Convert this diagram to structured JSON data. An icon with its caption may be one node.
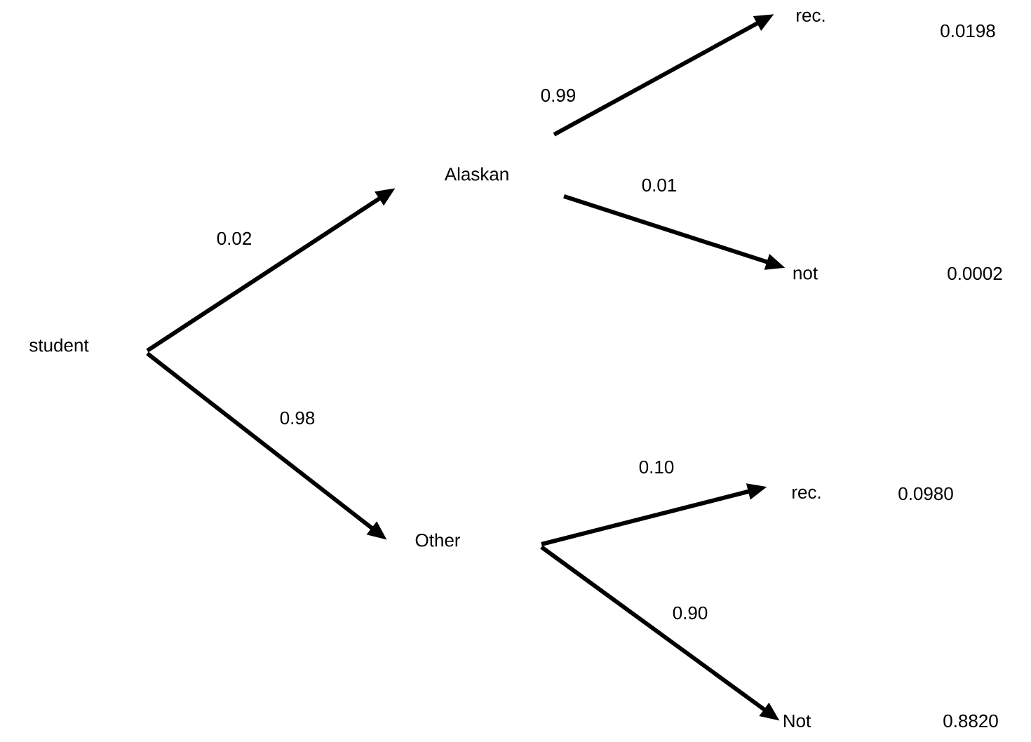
{
  "diagram": {
    "nodes": [
      {
        "text": [
          "student"
        ]
      },
      {
        "text": [
          "Alaskan"
        ]
      },
      {
        "text": [
          "Other"
        ]
      },
      {
        "text": [
          "rec."
        ]
      },
      {
        "text": [
          "not"
        ]
      },
      {
        "text": [
          "rec."
        ]
      },
      {
        "text": [
          "Not"
        ]
      }
    ],
    "edges": [
      {
        "from": 0,
        "to": 1,
        "arrow": "to",
        "label": "0.02"
      },
      {
        "from": 0,
        "to": 2,
        "arrow": "to",
        "label": "0.98"
      },
      {
        "from": 1,
        "to": 3,
        "arrow": "to",
        "label": "0.99"
      },
      {
        "from": 1,
        "to": 4,
        "arrow": "to",
        "label": "0.01"
      },
      {
        "from": 2,
        "to": 5,
        "arrow": "to",
        "label": "0.10"
      },
      {
        "from": 2,
        "to": 6,
        "arrow": "to",
        "label": "0.90"
      }
    ],
    "labels": [
      "0.0198",
      "0.0002",
      "0.0980",
      "0.8820"
    ]
  }
}
